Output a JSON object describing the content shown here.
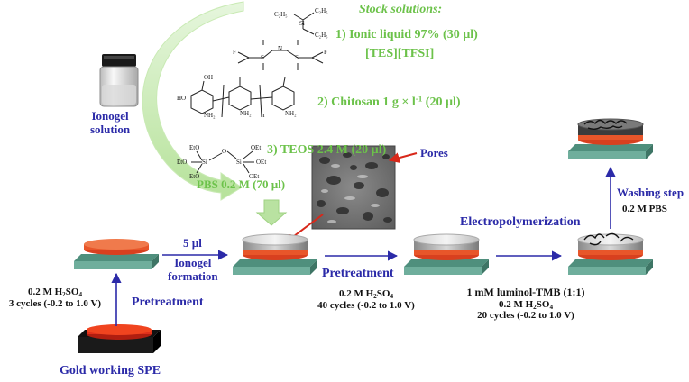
{
  "stock": {
    "title": "Stock solutions:",
    "item1_line1": "1) Ionic liquid 97% (30 µl)",
    "item1_line2": "[TES][TFSI]",
    "item2": "2) Chitosan 1 g × l",
    "item2_exp": "-1",
    "item2_tail": " (20 µl)",
    "item3": "3) TEOS 2.4 M (20 µl)"
  },
  "ionogel_label": [
    "Ionogel",
    "solution"
  ],
  "pbs_label": "PBS 0.2 M (70 µl)",
  "pores_label": "Pores",
  "steps": {
    "volume": "5 µl",
    "ionogel_formation": [
      "Ionogel",
      "formation"
    ],
    "pretreatment_left": "Pretreatment",
    "pretreatment_mid": "Pretreatment",
    "electropolymerization": "Electropolymerization",
    "washing": "Washing step",
    "washing_sub": "0.2 M PBS",
    "gold_spe": "Gold working SPE"
  },
  "conditions": {
    "left_acid": "0.2 M H",
    "left_acid_sub1": "2",
    "left_acid_mid": "SO",
    "left_acid_sub2": "4",
    "left_cycles": "3 cycles (-0.2 to 1.0 V)",
    "mid_acid": "0.2 M H",
    "mid_acid_sub1": "2",
    "mid_acid_mid": "SO",
    "mid_acid_sub2": "4",
    "mid_cycles": "40 cycles (-0.2 to 1.0 V)",
    "right_line1": "1 mM luminol-TMB (1:1)",
    "right_acid": "0.2 M H",
    "right_acid_sub1": "2",
    "right_acid_mid": "SO",
    "right_acid_sub2": "4",
    "right_cycles": "20 cycles (-0.2 to 1.0 V)"
  },
  "chem_labels": {
    "c2h5": "C₂H₅",
    "si": "Si",
    "n": "N",
    "s": "S",
    "o": "O",
    "f": "F",
    "ho": "HO",
    "oh": "OH",
    "nh2": "NH₂",
    "n_sub": "n",
    "eto": "EtO",
    "oet": "OEt"
  },
  "colors": {
    "blue_text": "#2b2aa8",
    "green_text": "#6cc24a",
    "substrate": "#6fae9c",
    "electrode": "#e8562a",
    "gold_red": "#e0301a"
  }
}
